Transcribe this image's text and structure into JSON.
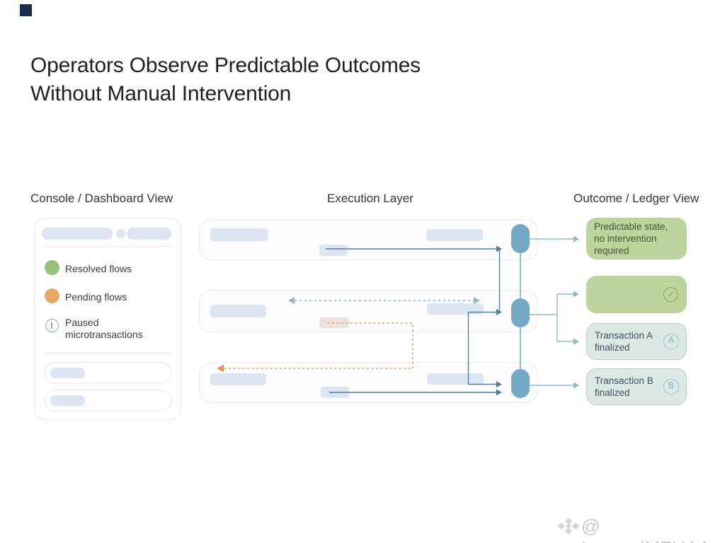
{
  "title": {
    "line1": "Operators Observe Predictable Outcomes",
    "line2": "Without Manual Intervention"
  },
  "headers": {
    "console": "Console / Dashboard View",
    "execution": "Execution Layer",
    "outcome": "Outcome / Ledger View"
  },
  "console_panel": {
    "legend": [
      {
        "label": "Resolved flows",
        "color": "#94c17c"
      },
      {
        "label": "Pending flows",
        "color": "#e6a968"
      },
      {
        "label": "Paused microtransactions",
        "icon": "paused-info-icon",
        "color": "#7fadc0"
      }
    ]
  },
  "outcome_panel": {
    "boxes": [
      {
        "text": "Predictable state, no intervention required",
        "variant": "green"
      },
      {
        "text": "",
        "variant": "green",
        "icon": "check-circle-icon",
        "check_glyph": "✓"
      },
      {
        "text": "Transaction A finalized",
        "variant": "blue",
        "badge": "A"
      },
      {
        "text": "Transaction B finalized",
        "variant": "blue",
        "badge": "B"
      }
    ]
  },
  "watermark": {
    "text": "@ LegendMZUAA"
  },
  "colors": {
    "resolved_green": "#94c17c",
    "pending_orange": "#e6a968",
    "paused_blue": "#7fadc0",
    "capsule_blue": "#74a9c6",
    "outcome_green_bg": "#bdd49c",
    "outcome_blue_bg": "#dbe8e4",
    "flow_navy": "#4f7f9c",
    "flow_steel": "#90b8ca",
    "teal_dash": "#92c1be",
    "orange_dash": "#d8a162",
    "corner_marker_navy": "#1c2b4a"
  }
}
